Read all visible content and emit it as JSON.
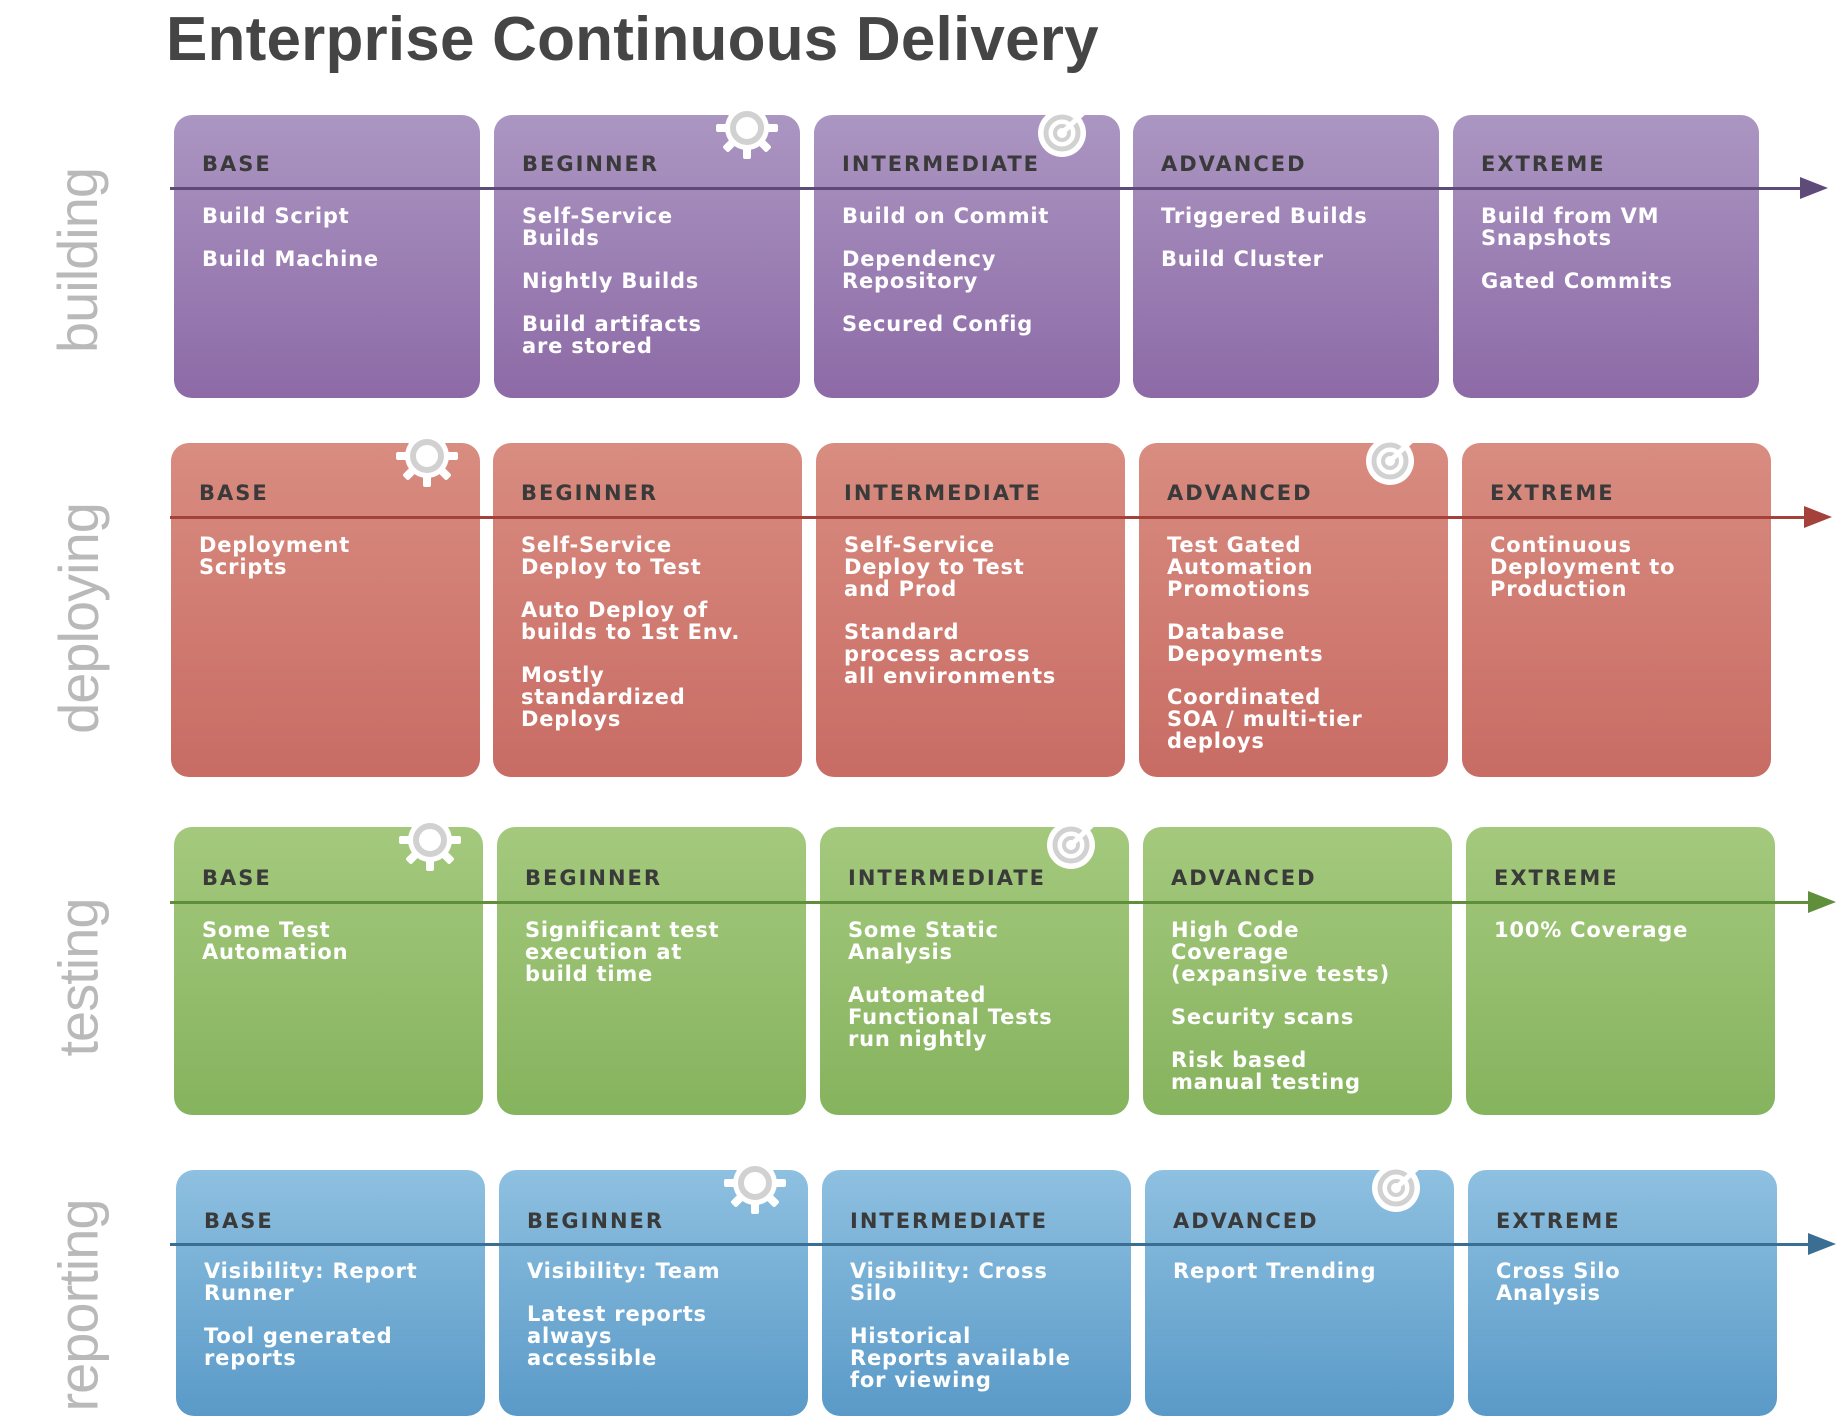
{
  "title": "Enterprise Continuous Delivery",
  "rows": [
    {
      "label": "building",
      "colors": {
        "top": "#ab96c2",
        "bottom": "#8d6aa6",
        "axis": "#5f4b78"
      },
      "cards": [
        {
          "level": "BASE",
          "items": [
            "Build Script",
            "Build Machine"
          ]
        },
        {
          "level": "BEGINNER",
          "items": [
            "Self-Service\nBuilds",
            "Nightly Builds",
            "Build artifacts\nare stored"
          ]
        },
        {
          "level": "INTERMEDIATE",
          "items": [
            "Build on Commit",
            "Dependency\nRepository",
            "Secured Config"
          ]
        },
        {
          "level": "ADVANCED",
          "items": [
            "Triggered Builds",
            "Build Cluster"
          ]
        },
        {
          "level": "EXTREME",
          "items": [
            "Build from VM\nSnapshots",
            "Gated Commits"
          ]
        }
      ],
      "gear_card": 1,
      "target_card": 2
    },
    {
      "label": "deploying",
      "colors": {
        "top": "#d98c80",
        "bottom": "#c86c64",
        "axis": "#a3413a"
      },
      "cards": [
        {
          "level": "BASE",
          "items": [
            "Deployment\nScripts"
          ]
        },
        {
          "level": "BEGINNER",
          "items": [
            "Self-Service\nDeploy to Test",
            "Auto Deploy of\nbuilds to 1st Env.",
            "Mostly\nstandardized\nDeploys"
          ]
        },
        {
          "level": "INTERMEDIATE",
          "items": [
            "Self-Service\nDeploy to Test\nand Prod",
            "Standard\nprocess across\nall environments"
          ]
        },
        {
          "level": "ADVANCED",
          "items": [
            "Test Gated\nAutomation\nPromotions",
            "Database\nDepoyments",
            "Coordinated\nSOA / multi-tier\ndeploys"
          ]
        },
        {
          "level": "EXTREME",
          "items": [
            "Continuous\nDeployment to\nProduction"
          ]
        }
      ],
      "gear_card": 0,
      "target_card": 3
    },
    {
      "label": "testing",
      "colors": {
        "top": "#a4c97d",
        "bottom": "#86b35e",
        "axis": "#5f8f3a"
      },
      "cards": [
        {
          "level": "BASE",
          "items": [
            "Some Test\nAutomation"
          ]
        },
        {
          "level": "BEGINNER",
          "items": [
            "Significant test\nexecution at\nbuild time"
          ]
        },
        {
          "level": "INTERMEDIATE",
          "items": [
            "Some Static\nAnalysis",
            "Automated\nFunctional Tests\nrun nightly"
          ]
        },
        {
          "level": "ADVANCED",
          "items": [
            "High Code\nCoverage\n(expansive tests)",
            "Security scans",
            "Risk based\nmanual testing"
          ]
        },
        {
          "level": "EXTREME",
          "items": [
            "100% Coverage"
          ]
        }
      ],
      "gear_card": 0,
      "target_card": 2
    },
    {
      "label": "reporting",
      "colors": {
        "top": "#8ec0e0",
        "bottom": "#5a9ac8",
        "axis": "#3a6f93"
      },
      "cards": [
        {
          "level": "BASE",
          "items": [
            "Visibility: Report\nRunner",
            "Tool generated\nreports"
          ]
        },
        {
          "level": "BEGINNER",
          "items": [
            "Visibility: Team",
            "Latest reports\nalways\naccessible"
          ]
        },
        {
          "level": "INTERMEDIATE",
          "items": [
            "Visibility: Cross\nSilo",
            "Historical\nReports available\nfor viewing"
          ]
        },
        {
          "level": "ADVANCED",
          "items": [
            "Report Trending"
          ]
        },
        {
          "level": "EXTREME",
          "items": [
            "Cross Silo\nAnalysis"
          ]
        }
      ],
      "gear_card": 1,
      "target_card": 3
    }
  ]
}
